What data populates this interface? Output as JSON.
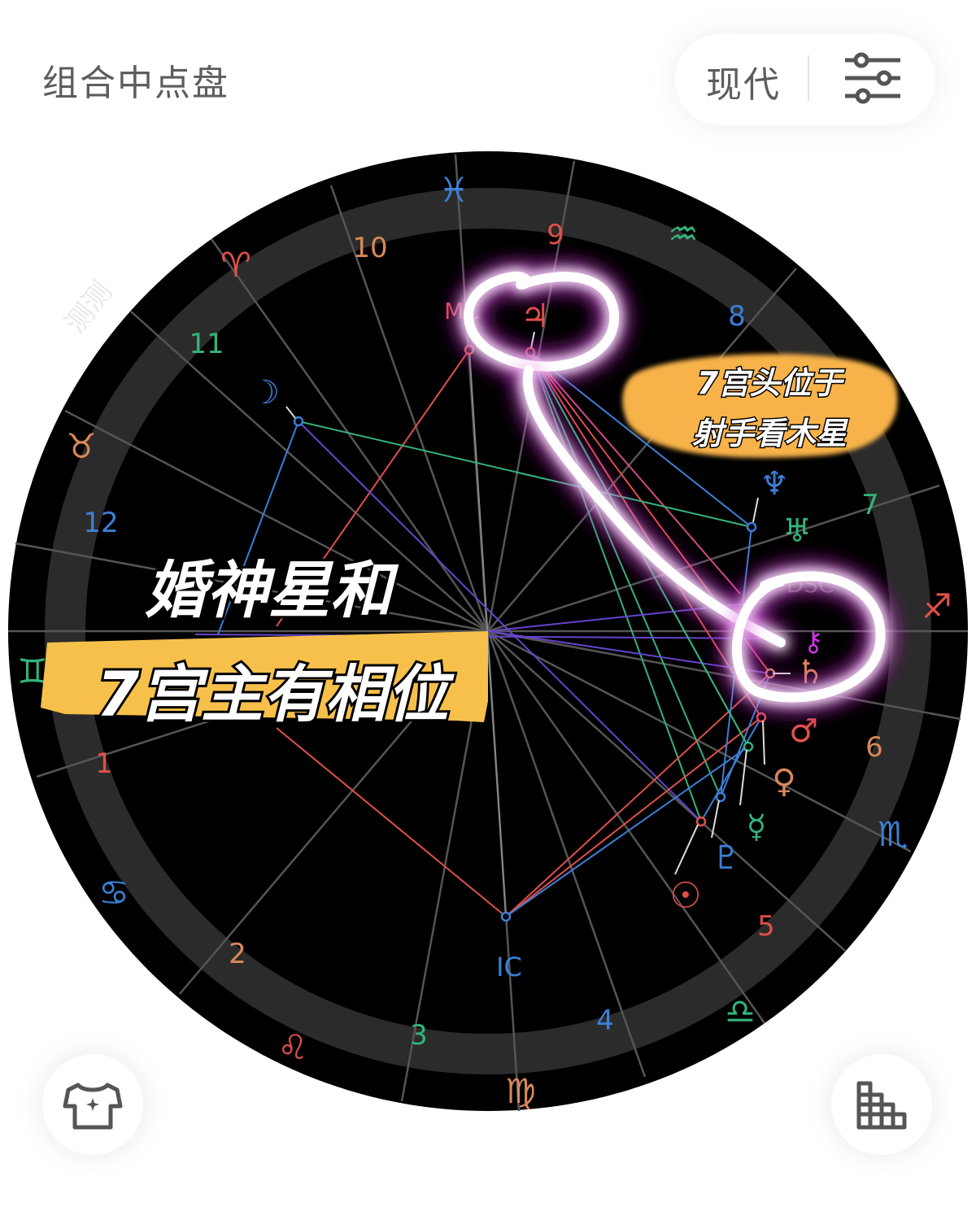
{
  "header": {
    "title": "组合中点盘",
    "mode_label": "现代"
  },
  "icons": {
    "settings": "sliders-icon",
    "outfit": "tshirt-icon",
    "bars": "staircase-chart-icon"
  },
  "chart": {
    "watermark": "测测",
    "house_numbers": [
      "1",
      "2",
      "3",
      "4",
      "5",
      "6",
      "7",
      "8",
      "9",
      "10",
      "11",
      "12"
    ],
    "zodiac_signs": [
      "♓",
      "♒",
      "♈",
      "♉",
      "♊",
      "♋",
      "♌",
      "♍",
      "♎",
      "♏",
      "♐"
    ],
    "angles": [
      "MC",
      "IC",
      "DSC"
    ],
    "planet_glyphs": [
      "♃",
      "☽",
      "♆",
      "♅",
      "⚷",
      "♄",
      "♂",
      "♀",
      "☿",
      "♇",
      "☉"
    ]
  },
  "annotations": {
    "callout_line1": "7宫头位于",
    "callout_line2": "射手看木星",
    "title_line1": "婚神星和",
    "title_line2": "7宫主有相位"
  },
  "colors": {
    "fire": "#e0504a",
    "earth": "#d9885a",
    "air": "#33b37a",
    "water": "#3c7fd6",
    "highlight_yellow": "#f7c04a",
    "glow_magenta": "#d23cd8"
  }
}
